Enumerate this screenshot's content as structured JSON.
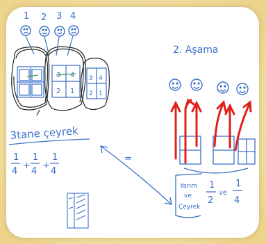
{
  "numbers_top": [
    "1",
    "2",
    "3",
    "4"
  ],
  "stage_title": "2. Aşama",
  "three_quarters_label": "3tane çeyrek",
  "sum_expression": {
    "frac1_num": "1",
    "frac1_den": "4",
    "frac2_num": "1",
    "frac2_den": "4",
    "frac3_num": "1",
    "frac3_den": "4",
    "plus": "+"
  },
  "equals_sign": "=",
  "half_quarter_box": {
    "line1": "Yarım",
    "line2": "ve",
    "line3": "Çeyrek"
  },
  "half_quarter_fracs": {
    "a_num": "1",
    "a_den": "2",
    "ve": "ve",
    "b_num": "1",
    "b_den": "4"
  },
  "grid_cells": {
    "left": [
      "",
      "",
      "",
      ""
    ],
    "mid": [
      "3",
      "4",
      "2",
      "1"
    ],
    "right": [
      "3",
      "4",
      "2",
      "1"
    ]
  },
  "colors": {
    "ink": "#222222",
    "blue_ink": "#3a6fc8",
    "red_ink": "#e0201a",
    "background": "#f6e7b3"
  }
}
